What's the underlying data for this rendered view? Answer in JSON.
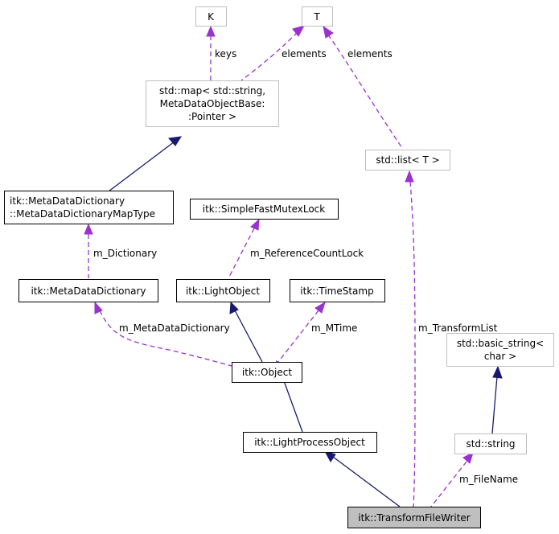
{
  "nodes": {
    "K": "K",
    "T": "T",
    "std_map_line1": "std::map< std::string,",
    "std_map_line2": "MetaDataObjectBase:",
    "std_map_line3": ":Pointer >",
    "std_list": "std::list< T >",
    "mdd_maptype_line1": "itk::MetaDataDictionary",
    "mdd_maptype_line2": "::MetaDataDictionaryMapType",
    "simple_fast_mutex_lock": "itk::SimpleFastMutexLock",
    "metadata_dictionary": "itk::MetaDataDictionary",
    "light_object": "itk::LightObject",
    "time_stamp": "itk::TimeStamp",
    "basic_string_line1": "std::basic_string<",
    "basic_string_line2": "char >",
    "object": "itk::Object",
    "light_process_object": "itk::LightProcessObject",
    "std_string": "std::string",
    "transform_file_writer": "itk::TransformFileWriter"
  },
  "edge_labels": {
    "keys": "keys",
    "elements_map": "elements",
    "elements_list": "elements",
    "m_dictionary": "m_Dictionary",
    "m_reference_count_lock": "m_ReferenceCountLock",
    "m_metadata_dictionary": "m_MetaDataDictionary",
    "m_mtime": "m_MTime",
    "m_transform_list": "m_TransformList",
    "m_file_name": "m_FileName"
  },
  "colors": {
    "inheritance": "#191970",
    "usage": "#9a32cd",
    "focus_fill": "#bfbfbf",
    "external_border": "#bfbfbf"
  }
}
